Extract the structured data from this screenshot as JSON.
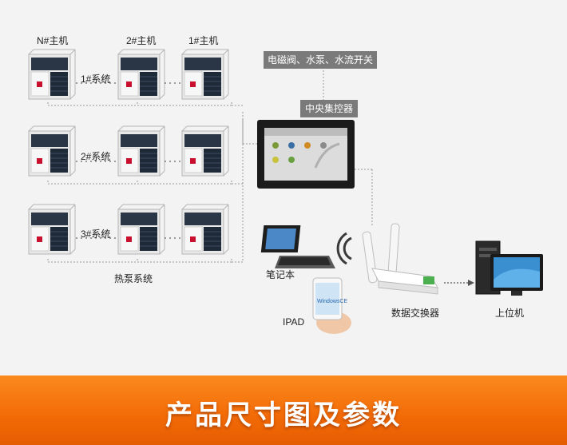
{
  "labels": {
    "unit_n": "N#主机",
    "unit_2": "2#主机",
    "unit_1": "1#主机",
    "system_1": "1#系统",
    "system_2": "2#系统",
    "system_3": "3#系统",
    "heat_pump_system": "热泵系统",
    "valves_pumps_switch": "电磁阀、水泵、水流开关",
    "central_controller": "中央集控器",
    "laptop": "笔记本",
    "ipad": "IPAD",
    "ipad_screen": "WindowsCE",
    "switch": "数据交换器",
    "host_pc": "上位机"
  },
  "banner": {
    "title": "产品尺寸图及参数"
  },
  "colors": {
    "banner": "#f26a06",
    "panel": "#f3f3f3",
    "callout": "#7a7a7a"
  }
}
